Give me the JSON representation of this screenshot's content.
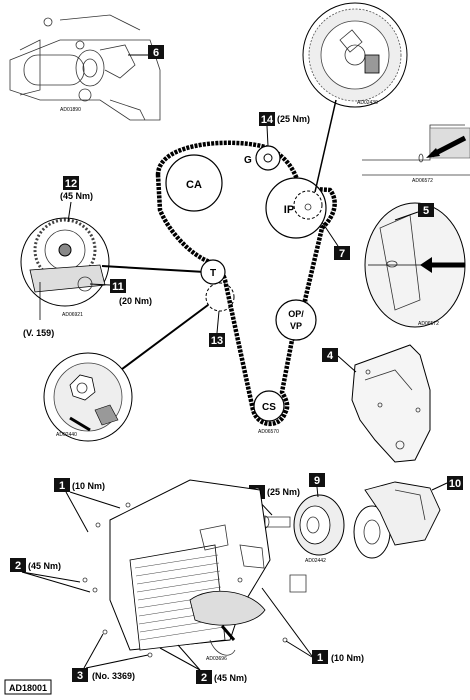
{
  "pulleys": {
    "ca": "CA",
    "ip": "IP",
    "g": "G",
    "t": "T",
    "opvp_line1": "OP/",
    "opvp_line2": "VP",
    "cs": "CS"
  },
  "callouts": [
    {
      "num": "6"
    },
    {
      "num": "14",
      "torque": "(25 Nm)"
    },
    {
      "num": "12",
      "torque": "(45 Nm)"
    },
    {
      "num": "11",
      "torque": "(20 Nm)"
    },
    {
      "num": "7"
    },
    {
      "num": "5"
    },
    {
      "num": "13"
    },
    {
      "num": "4"
    },
    {
      "num": "8",
      "torque": "(25 Nm)"
    },
    {
      "num": "9"
    },
    {
      "num": "10"
    },
    {
      "num": "1",
      "torque": "(10 Nm)"
    },
    {
      "num": "2",
      "torque": "(45 Nm)"
    },
    {
      "num": "3",
      "torque": "(No. 3369)"
    },
    {
      "num": "2",
      "torque": "(45 Nm)"
    },
    {
      "num": "1",
      "torque": "(10 Nm)"
    }
  ],
  "tool_ref": "(V. 159)",
  "image_codes": {
    "top_left": "AD01890",
    "top_right": "AD02439",
    "right_mark_a": "AD06572",
    "right_mark_b": "AD06572",
    "sprocket": "AD06921",
    "belt": "AD06570",
    "tensioner": "AD02440",
    "damper": "AD02442",
    "radiator": "AD03696",
    "figure": "AD18001"
  }
}
